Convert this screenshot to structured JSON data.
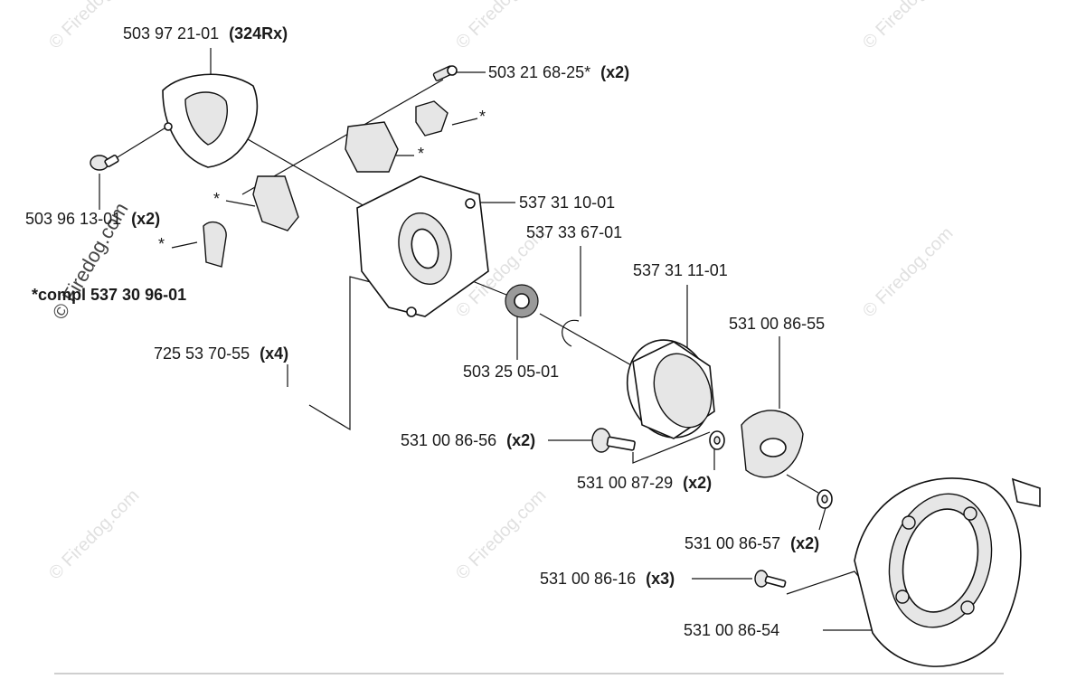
{
  "watermark": {
    "text": "© Firedog.com"
  },
  "parts": {
    "cover_top": {
      "number": "503 97 21-01",
      "qty": "(324Rx)"
    },
    "screw_top": {
      "number": "503 21 68-25*",
      "qty": "(x2)"
    },
    "screw_left": {
      "number": "503 96 13-01",
      "qty": "(x2)"
    },
    "kit": {
      "number": "*compl 537 30 96-01"
    },
    "housing": {
      "number": "537 31 10-01"
    },
    "circlip": {
      "number": "537 33 67-01"
    },
    "drum": {
      "number": "537 31 11-01"
    },
    "clutch": {
      "number": "531 00 86-55"
    },
    "screw_housing": {
      "number": "725 53 70-55",
      "qty": "(x4)"
    },
    "bearing": {
      "number": "503 25 05-01"
    },
    "clutch_bolt": {
      "number": "531 00 86-56",
      "qty": "(x2)"
    },
    "washer": {
      "number": "531 00 87-29",
      "qty": "(x2)"
    },
    "washer2": {
      "number": "531 00 86-57",
      "qty": "(x2)"
    },
    "screw_fan": {
      "number": "531 00 86-16",
      "qty": "(x3)"
    },
    "fan_housing": {
      "number": "531 00 86-54"
    },
    "asterisk": "*"
  }
}
